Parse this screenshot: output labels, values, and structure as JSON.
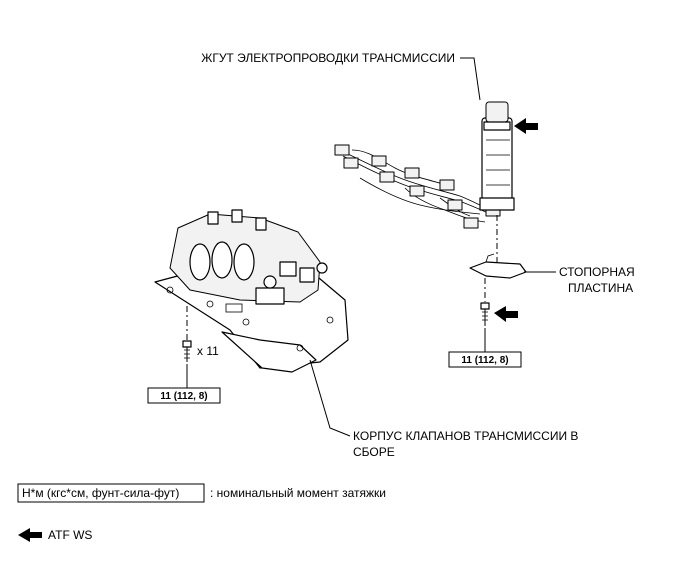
{
  "labels": {
    "wire_harness": "ЖГУТ ЭЛЕКТРОПРОВОДКИ ТРАНСМИССИИ",
    "lock_plate_line1": "СТОПОРНАЯ",
    "lock_plate_line2": "ПЛАСТИНА",
    "valve_body_line1": "КОРПУС КЛАПАНОВ ТРАНСМИССИИ В",
    "valve_body_line2": "СБОРЕ",
    "bolt_count": "x 11"
  },
  "torque": {
    "valve_body_bolts": "11 (112, 8)",
    "lock_plate_bolt": "11 (112, 8)"
  },
  "legend": {
    "units_box": "Н*м (кгс*см, фунт-сила-фут)",
    "units_desc": ": номинальный момент затяжки",
    "atf_label": "ATF WS"
  },
  "colors": {
    "ink": "#000000",
    "background": "#ffffff"
  },
  "icons": [
    "arrow-left-icon"
  ]
}
